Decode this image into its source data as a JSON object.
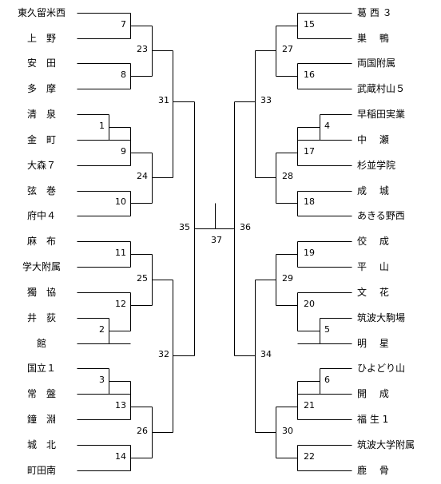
{
  "left_teams": [
    "東久留米西",
    "上　野",
    "安　田",
    "多　摩",
    "清　泉",
    "金　町",
    "大森７",
    "弦　巻",
    "府中４",
    "麻　布",
    "学大附属",
    "獨　協",
    "井　荻",
    "館",
    "国立１",
    "常　盤",
    "鐘　淵",
    "城　北",
    "町田南"
  ],
  "right_teams": [
    "葛 西 ３",
    "巣　 鴨",
    "両国附属",
    "武蔵村山５",
    "早稲田実業",
    "中　 瀬",
    "杉並学院",
    "成　 城",
    "あきる野西",
    "佼　 成",
    "平　 山",
    "文　 花",
    "筑波大駒場",
    "明　 星",
    "ひよどり山",
    "開　 成",
    "福 生 1",
    "筑波大学附属",
    "鹿　 骨"
  ],
  "match_numbers": {
    "m1": "1",
    "m2": "2",
    "m3": "3",
    "m4": "4",
    "m5": "5",
    "m6": "6",
    "m7": "7",
    "m8": "8",
    "m9": "9",
    "m10": "10",
    "m11": "11",
    "m12": "12",
    "m13": "13",
    "m14": "14",
    "m15": "15",
    "m16": "16",
    "m17": "17",
    "m18": "18",
    "m19": "19",
    "m20": "20",
    "m21": "21",
    "m22": "22",
    "m23": "23",
    "m24": "24",
    "m25": "25",
    "m26": "26",
    "m27": "27",
    "m28": "28",
    "m29": "29",
    "m30": "30",
    "m31": "31",
    "m32": "32",
    "m33": "33",
    "m34": "34",
    "m35": "35",
    "m36": "36",
    "m37": "37"
  }
}
